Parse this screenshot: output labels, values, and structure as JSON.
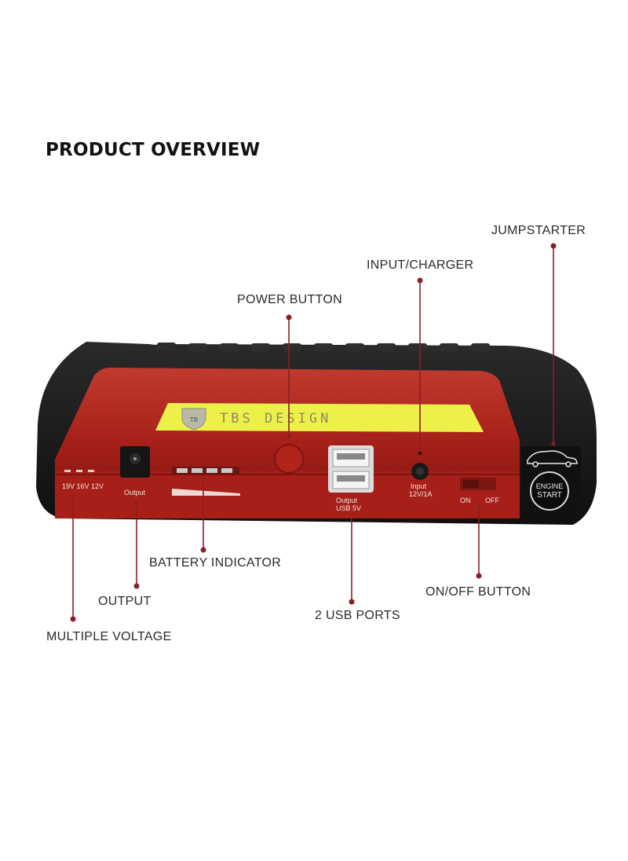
{
  "title": "PRODUCT OVERVIEW",
  "callouts": {
    "jumpstarter": "JUMPSTARTER",
    "input_charger": "INPUT/CHARGER",
    "power_button": "POWER BUTTON",
    "battery_indicator": "BATTERY INDICATOR",
    "output": "OUTPUT",
    "multiple_voltage": "MULTIPLE VOLTAGE",
    "usb_ports": "2 USB PORTS",
    "on_off_button": "ON/OFF BUTTON"
  },
  "device": {
    "brand": "TBS DESIGN",
    "voltage_labels": "19V 16V 12V",
    "output_label": "Output",
    "usb_label_1": "Output",
    "usb_label_2": "USB 5V",
    "input_label_1": "Input",
    "input_label_2": "12V/1A",
    "on_label": "ON",
    "off_label": "OFF",
    "engine_label_1": "ENGINE",
    "engine_label_2": "START"
  },
  "colors": {
    "body_red": "#b3261f",
    "shell_black": "#1c1c1c",
    "label_yellow": "#eef04a",
    "lead_line": "#8b1f24"
  }
}
